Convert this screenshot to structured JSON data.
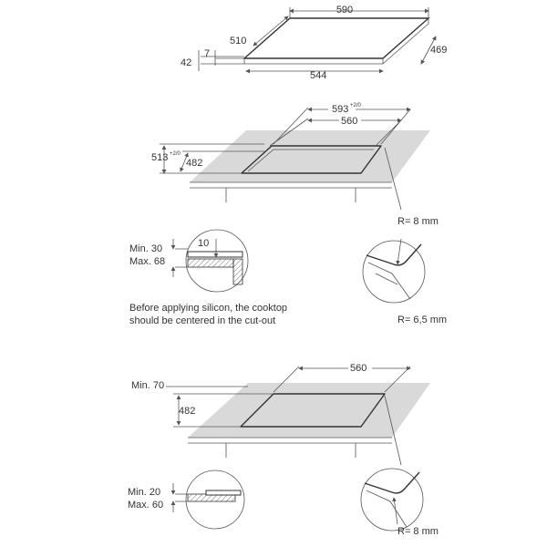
{
  "top_view": {
    "width": "590",
    "depth": "510",
    "side_depth": "469",
    "bottom_width": "544",
    "height": "42",
    "glass": "7"
  },
  "cutout_view": {
    "outer_width": "593",
    "outer_width_tol": "+2/0",
    "inner_width": "560",
    "outer_depth": "513",
    "outer_depth_tol": "+2/0",
    "inner_depth": "482",
    "radius_outer": "R= 8 mm",
    "radius_inner": "R= 6,5 mm"
  },
  "detail_1": {
    "min": "Min. 30",
    "max": "Max. 68",
    "gap": "10"
  },
  "note": {
    "line1": "Before applying silicon, the cooktop",
    "line2": "should be centered in the cut-out"
  },
  "flush_view": {
    "width": "560",
    "min_front": "Min. 70",
    "depth": "482",
    "radius": "R= 8 mm"
  },
  "detail_2": {
    "min": "Min. 20",
    "max": "Max. 60"
  }
}
